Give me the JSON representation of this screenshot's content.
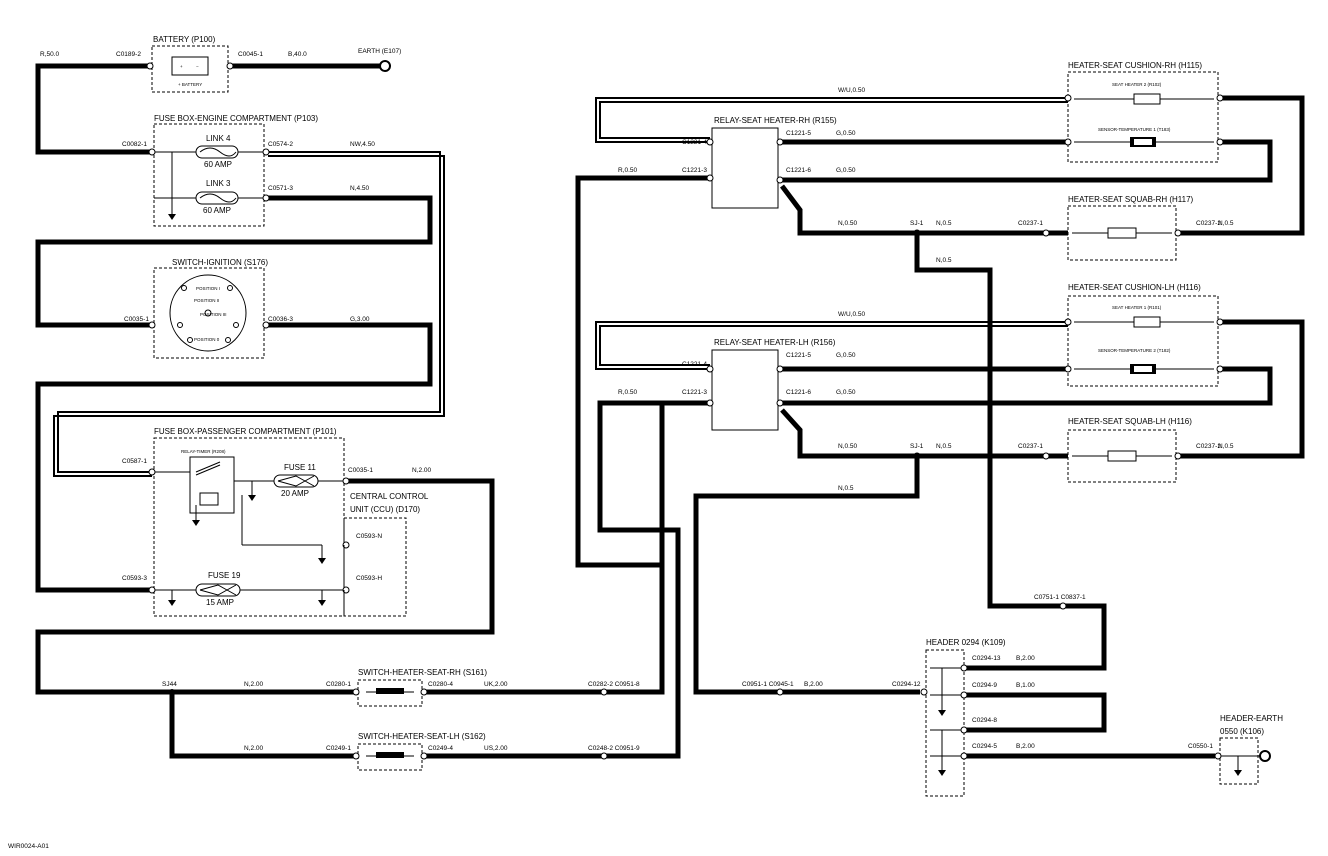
{
  "components": {
    "battery": "BATTERY (P100)",
    "battery_inner": "+ BATTERY",
    "fuse_box_engine": "FUSE BOX-ENGINE COMPARTMENT (P103)",
    "link4": "LINK 4",
    "link4_rating": "60 AMP",
    "link3": "LINK 3",
    "link3_rating": "60 AMP",
    "switch_ignition": "SWITCH-IGNITION (S176)",
    "ignition_positions": [
      "POSITION I",
      "POSITION II",
      "POSITION III",
      "POSITION 0"
    ],
    "fuse_box_passenger": "FUSE BOX-PASSENGER COMPARTMENT (P101)",
    "relay_timer": "RELAY-TIMER (R208)",
    "fuse11": "FUSE 11",
    "fuse11_rating": "20 AMP",
    "fuse19": "FUSE 19",
    "fuse19_rating": "15 AMP",
    "ccu_line1": "CENTRAL CONTROL",
    "ccu_line2": "UNIT (CCU) (D170)",
    "relay_rh": "RELAY-SEAT HEATER-RH (R155)",
    "relay_lh": "RELAY-SEAT HEATER-LH (R156)",
    "cushion_rh": "HEATER-SEAT CUSHION-RH (H115)",
    "cushion_rh_element": "SEAT HEATER 2 (R102)",
    "cushion_rh_sensor": "SENSOR-TEMPERATURE 1 (T183)",
    "squab_rh": "HEATER-SEAT SQUAB-RH (H117)",
    "cushion_lh": "HEATER-SEAT CUSHION-LH (H116)",
    "cushion_lh_element": "SEAT HEATER 1 (R101)",
    "cushion_lh_sensor": "SENSOR-TEMPERATURE 2 (T182)",
    "squab_lh": "HEATER-SEAT SQUAB-LH (H116)",
    "switch_rh": "SWITCH-HEATER-SEAT-RH (S161)",
    "switch_lh": "SWITCH-HEATER-SEAT-LH (S162)",
    "header": "HEADER 0294 (K109)",
    "header_earth_line1": "HEADER-EARTH",
    "header_earth_line2": "0550 (K106)",
    "earth": "EARTH (E107)"
  },
  "connectors": {
    "c0189_2": "C0189-2",
    "c0045_1": "C0045-1",
    "c0082_1": "C0082-1",
    "c0574_2": "C0574-2",
    "c0571_3": "C0571-3",
    "c0035_1": "C0035-1",
    "c0036_3": "C0036-3",
    "c0587_1": "C0587-1",
    "c0035_1b": "C0035-1",
    "c0593_3": "C0593-3",
    "c0593_n": "C0593-N",
    "c0593_h": "C0593-H",
    "c1221_4_rh": "C1221-4",
    "c1221_3_rh": "C1221-3",
    "c1221_5_rh": "C1221-5",
    "c1221_6_rh": "C1221-6",
    "c1221_4_lh": "C1221-4",
    "c1221_3_lh": "C1221-3",
    "c1221_5_lh": "C1221-5",
    "c1221_6_lh": "C1221-6",
    "c0237_1_rh": "C0237-1",
    "c0237_2_rh": "C0237-2",
    "c0237_1_lh": "C0237-1",
    "c0237_2_lh": "C0237-2",
    "c0751_1": "C0751-1  C0837-1",
    "c0294_13": "C0294-13",
    "c0294_9": "C0294-9",
    "c0294_8": "C0294-8",
    "c0294_5": "C0294-5",
    "c0294_12": "C0294-12",
    "c0951": "C0951-1  C0945-1",
    "c0550_1": "C0550-1",
    "c0280_1": "C0280-1",
    "c0280_4": "C0280-4",
    "c0249_1": "C0249-1",
    "c0249_4": "C0249-4",
    "c0282_2": "C0282-2  C0951-8",
    "c0248_2": "C0248-2  C0951-9"
  },
  "wires": {
    "r50": "R,50.0",
    "b40": "B,40.0",
    "nw45": "NW,4.50",
    "n45": "N,4.50",
    "g30": "G,3.00",
    "n20": "N,2.00",
    "w_rh_top": "W/U,0.50",
    "r_rh": "R,0.50",
    "g_rh": "G,0.50",
    "n05_rh_a": "N,0.50",
    "sj1_rh": "SJ-1",
    "n05_rh_b": "N,0.5",
    "n05_rh_c": "N,0.5",
    "n05_rh_d": "N,0.5",
    "w_lh_top": "W/U,0.50",
    "r_lh": "R,0.50",
    "g_lh": "G,0.50",
    "n05_lh_a": "N,0.50",
    "sj1_lh": "SJ-1",
    "n05_lh_b": "N,0.5",
    "n05_lh_c": "N,0.5",
    "n05_lh_d": "N,0.5",
    "sj44": "SJ44",
    "n20_rh": "N,2.00",
    "uk20": "UK,2.00",
    "n20_lh": "N,2.00",
    "us20": "US,2.00",
    "b20_a": "B,2.00",
    "b10": "B,1.00",
    "b20_b": "B,2.00",
    "b20_c": "B,2.00"
  },
  "footer": "WIR0024-A01"
}
